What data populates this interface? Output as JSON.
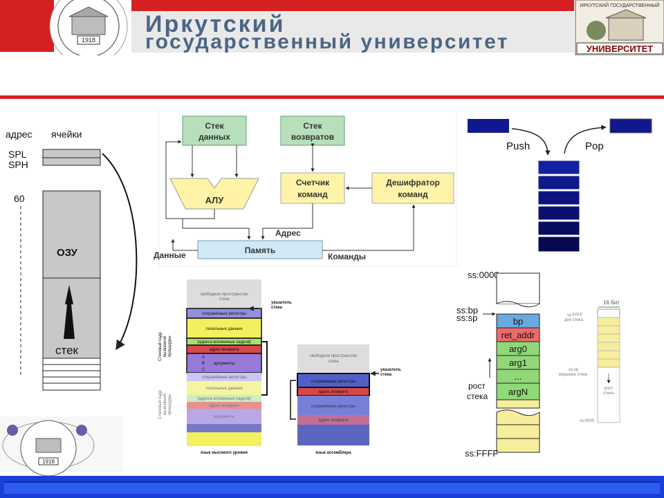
{
  "header": {
    "title_line1": "Иркутский",
    "title_line2": "государственный университет",
    "logo_year": "1918",
    "logo_right_top": "ИРКУТСКИЙ ГОСУДАРСТВЕННЫЙ",
    "logo_right_bottom": "УНИВЕРСИТЕТ"
  },
  "colors": {
    "header_red": "#d42020",
    "footer_blue": "#1a3fd8",
    "stack_blue": "#101890"
  },
  "memory_map": {
    "col_address": "адрес",
    "col_cells": "ячейки",
    "spl": "SPL",
    "sph": "SPH",
    "addr_60": "60",
    "ram": "ОЗУ",
    "stack": "стек"
  },
  "cpu_diagram": {
    "data_stack": [
      "Стек",
      "данных"
    ],
    "return_stack": [
      "Стек",
      "возвратов"
    ],
    "alu": "АЛУ",
    "pc": [
      "Счетчик",
      "команд"
    ],
    "decoder": [
      "Дешифратор",
      "команд"
    ],
    "memory": "Память",
    "address": "Адрес",
    "data": "Данные",
    "commands": "Команды"
  },
  "push_pop": {
    "push": "Push",
    "pop": "Pop"
  },
  "stack_frame": {
    "free_space": [
      "свободное пространство",
      "стека"
    ],
    "pointer": [
      "указатель",
      "стека"
    ],
    "saved_regs": "сохранённые регистры",
    "locals": "локальные данные",
    "nested_frames": "[адреса вложенных кадров]",
    "return_addr": "адрес возврата",
    "args": "аргументы",
    "a": "A",
    "b": "B",
    "c": "C",
    "callee_frame": [
      "Стековый кадр",
      "вызванной",
      "процедуры"
    ],
    "caller_frame": [
      "Стековый кадр",
      "вызвавшей",
      "процедуры"
    ],
    "hll": "язык высокого уровня",
    "asm": "язык ассемблера"
  },
  "ss_diagram": {
    "ss0": "ss:0000",
    "ssbp": "ss:bp",
    "sssp": "ss:sp",
    "ssffff": "ss:FFFF",
    "cells": [
      "bp",
      "ret_addr",
      "arg0",
      "arg1",
      "...",
      "argN"
    ],
    "growth": [
      "рост",
      "стека"
    ]
  },
  "small_stack": {
    "bits": "16 бит",
    "top_label": [
      "ss:FFFF",
      "дно стека"
    ],
    "sp_label": [
      "ss:sp",
      "вершина стека"
    ],
    "growth": [
      "рост",
      "стека"
    ],
    "bottom": "ss:0000"
  }
}
